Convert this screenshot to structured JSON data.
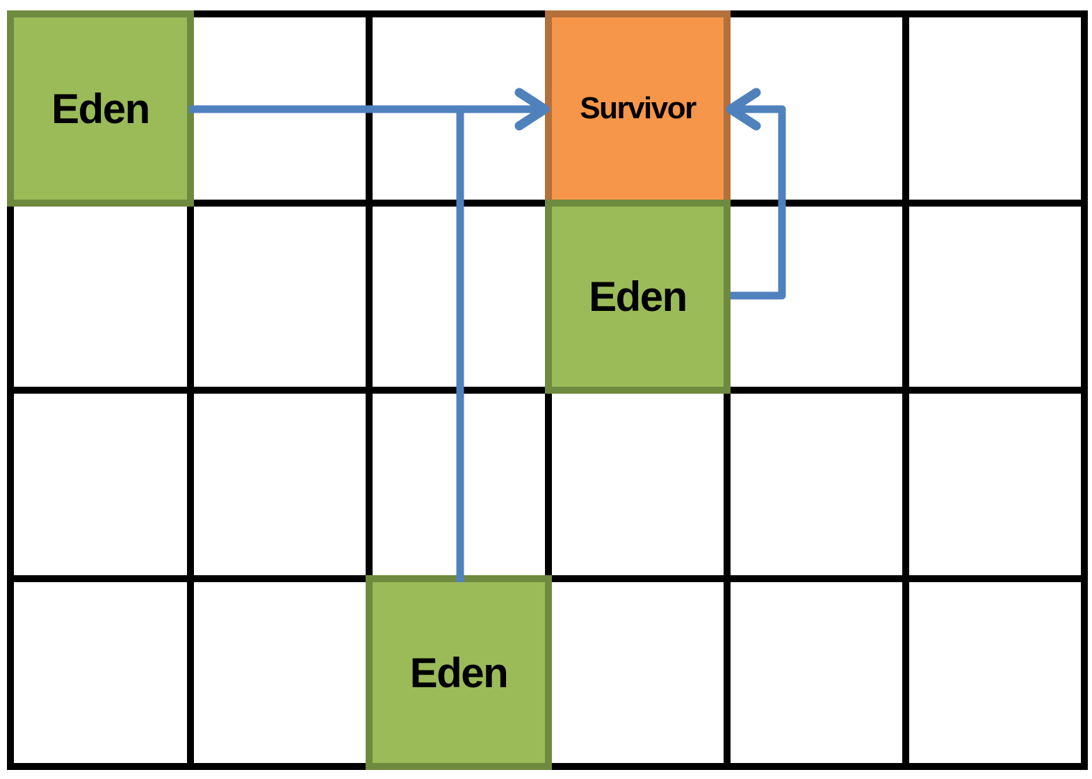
{
  "grid": {
    "rows": 4,
    "columns": 6
  },
  "boxes": {
    "eden_top_left": {
      "label": "Eden",
      "row": 0,
      "col": 0
    },
    "survivor": {
      "label": "Survivor",
      "row": 0,
      "col": 3
    },
    "eden_middle": {
      "label": "Eden",
      "row": 1,
      "col": 3
    },
    "eden_bottom": {
      "label": "Eden",
      "row": 3,
      "col": 2
    }
  },
  "arrows": [
    {
      "from": "eden_top_left",
      "to": "survivor",
      "enters": "left-side"
    },
    {
      "from": "eden_bottom",
      "to": "survivor",
      "enters": "left-side"
    },
    {
      "from": "eden_middle",
      "to": "survivor",
      "enters": "right-side"
    }
  ],
  "colors": {
    "eden_fill": "#9BBB59",
    "eden_border": "#6E8A3E",
    "survivor_fill": "#F5964A",
    "survivor_border": "#B4703A",
    "arrow": "#4F81BD",
    "grid_line": "#000000",
    "background": "#FFFFFF"
  }
}
